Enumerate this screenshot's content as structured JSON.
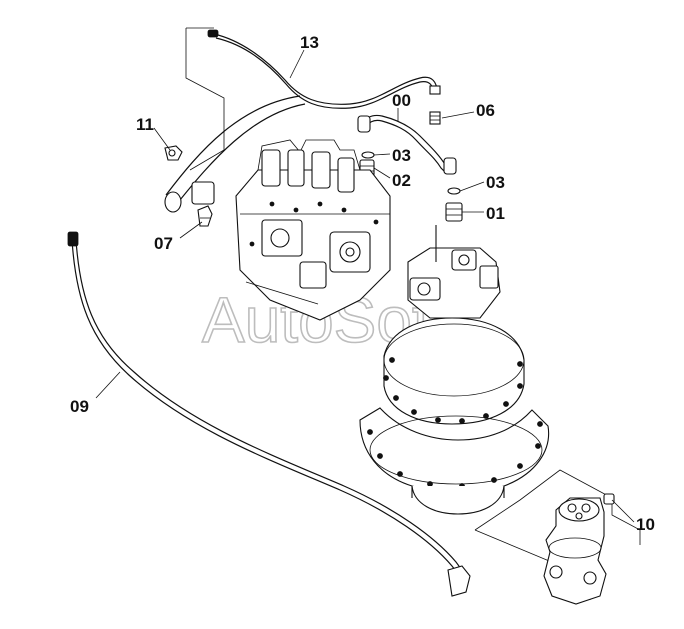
{
  "watermark": "AutoSoft",
  "callouts": {
    "c13": "13",
    "c00": "00",
    "c06": "06",
    "c11": "11",
    "c03a": "03",
    "c02": "02",
    "c03b": "03",
    "c01": "01",
    "c07": "07",
    "c09": "09",
    "c10": "10"
  }
}
